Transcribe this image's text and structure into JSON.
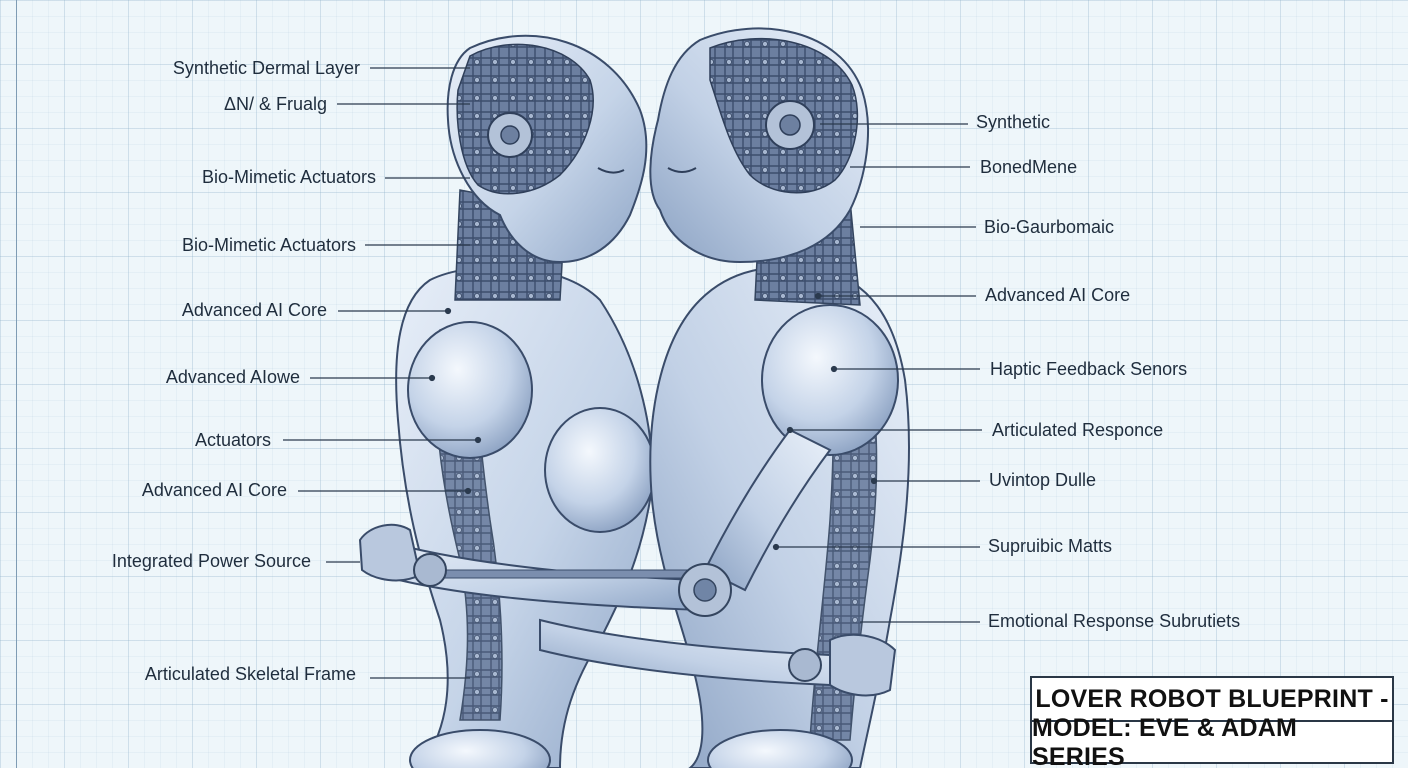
{
  "colors": {
    "background": "#eef6fa",
    "grid": "#8cafc8",
    "robot_fill": "#c9d7ea",
    "robot_shadow": "#8ea5c6",
    "outline": "#3a4c6a",
    "mechanics": "#5a6c8c",
    "text": "#1f2d3d"
  },
  "left_labels": [
    "Synthetic Dermal Layer",
    "ΔN/ & Frualg",
    "Bio-Mimetic Actuators",
    "Bio-Mimetic Actuators",
    "Advanced AI Core",
    "Advanced AIowe",
    "Actuators",
    "Advanced AI Core",
    "Integrated Power Source",
    "Articulated Skeletal Frame"
  ],
  "right_labels": [
    "Synthetic",
    "BonedMene",
    "Bio-Gaurbomaic",
    "Advanced AI Core",
    "Haptic Feedback Senors",
    "Articulated Responce",
    "Uvintop Dulle",
    "Supruibic Matts",
    "Emotional Response Subrutiets"
  ],
  "title": {
    "line1": "LOVER ROBOT BLUEPRINT -",
    "line2": "MODEL: EVE & ADAM SERIES"
  }
}
